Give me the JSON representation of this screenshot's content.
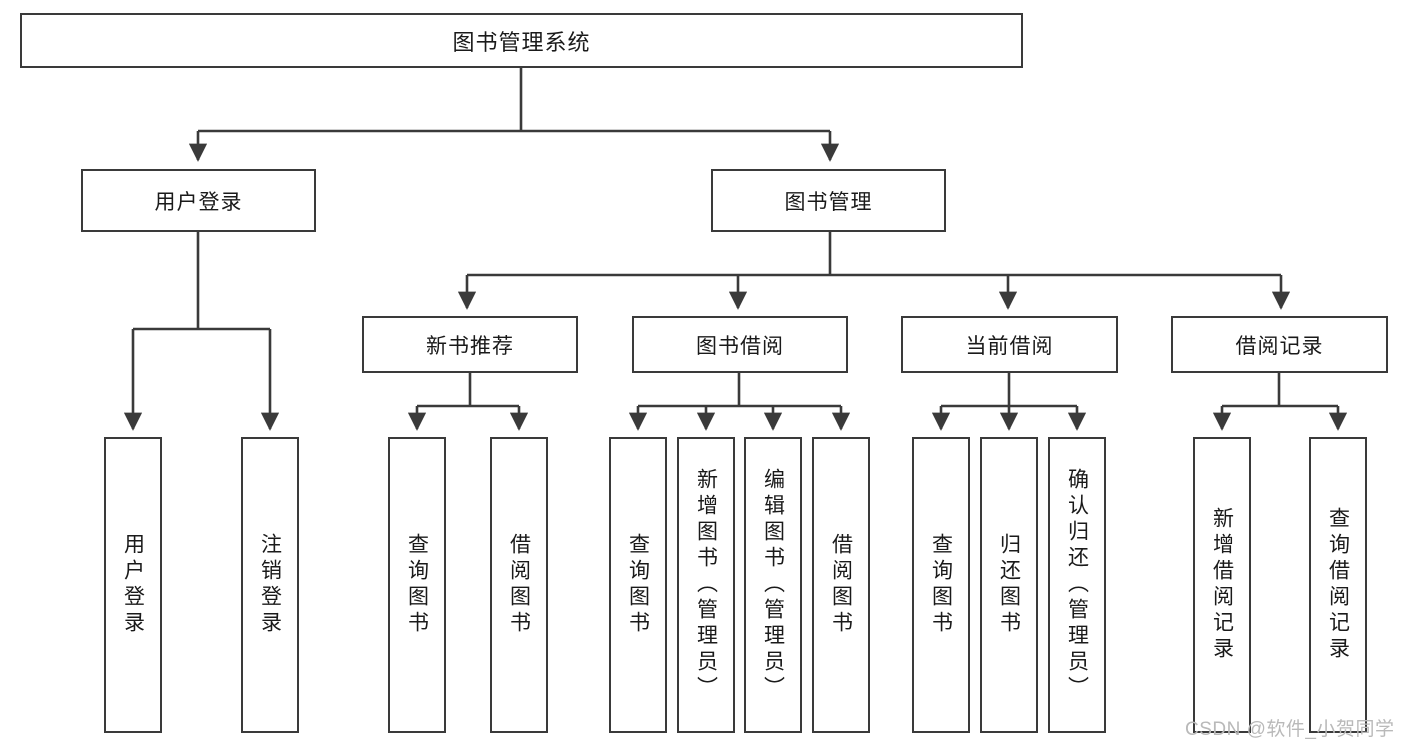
{
  "diagram": {
    "title": "图书管理系统",
    "watermark": "CSDN @软件_小贺同学",
    "colors": {
      "stroke": "#3a3a3a",
      "fill": "#ffffff",
      "text": "#1a1a1a",
      "watermark": "#b9b9b9"
    },
    "levels": {
      "root": {
        "label": "图书管理系统"
      },
      "level1": [
        {
          "label": "用户登录"
        },
        {
          "label": "图书管理"
        }
      ],
      "level2": [
        {
          "label": "新书推荐"
        },
        {
          "label": "图书借阅"
        },
        {
          "label": "当前借阅"
        },
        {
          "label": "借阅记录"
        }
      ],
      "leaves": [
        {
          "label": "用户登录"
        },
        {
          "label": "注销登录"
        },
        {
          "label": "查询图书"
        },
        {
          "label": "借阅图书"
        },
        {
          "label": "查询图书"
        },
        {
          "label": "新增图书（管理员）"
        },
        {
          "label": "编辑图书（管理员）"
        },
        {
          "label": "借阅图书"
        },
        {
          "label": "查询图书"
        },
        {
          "label": "归还图书"
        },
        {
          "label": "确认归还（管理员）"
        },
        {
          "label": "新增借阅记录"
        },
        {
          "label": "查询借阅记录"
        }
      ]
    }
  }
}
